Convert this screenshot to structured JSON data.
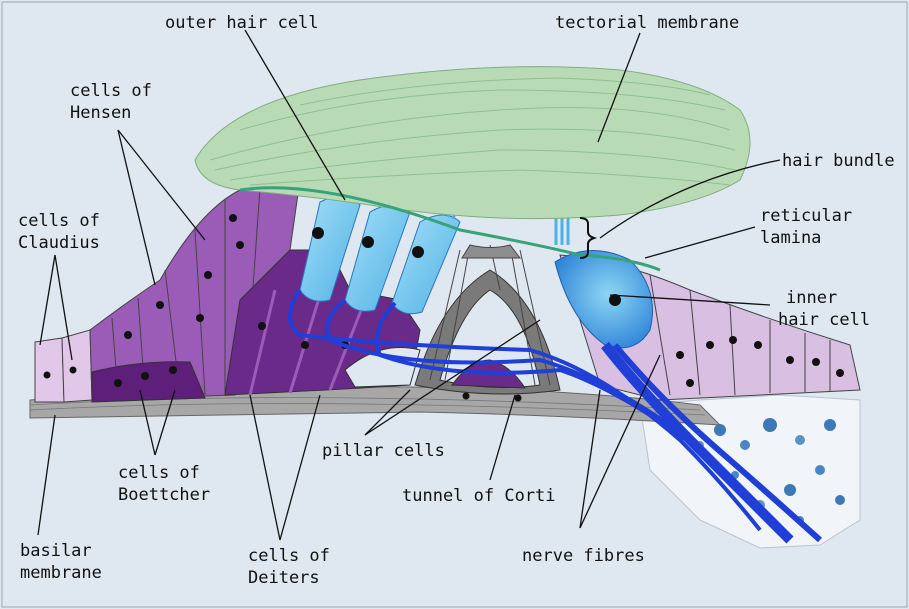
{
  "labels": {
    "outer_hair_cell": "outer hair cell",
    "tectorial_membrane": "tectorial membrane",
    "cells_of_hensen": [
      "cells of",
      "Hensen"
    ],
    "hair_bundle": "hair bundle",
    "cells_of_claudius": [
      "cells of",
      "Claudius"
    ],
    "reticular_lamina": [
      "reticular",
      "lamina"
    ],
    "inner_hair_cell": [
      "inner",
      "hair cell"
    ],
    "cells_of_boettcher": [
      "cells of",
      "Boettcher"
    ],
    "pillar_cells": "pillar cells",
    "tunnel_of_corti": "tunnel of Corti",
    "basilar_membrane": [
      "basilar",
      "membrane"
    ],
    "cells_of_deiters": [
      "cells of",
      "Deiters"
    ],
    "nerve_fibres": "nerve fibres"
  },
  "colors": {
    "background": "#dfe8f0",
    "tectorial": "#b8dbb6",
    "dark_purple": "#6a2a8a",
    "mid_purple": "#9a5cb6",
    "light_purple": "#d9bfe1",
    "hair_cell_blue": "#6fc4ea",
    "nerve_blue": "#1f3fd6",
    "basilar_gray": "#a7a7a7"
  }
}
